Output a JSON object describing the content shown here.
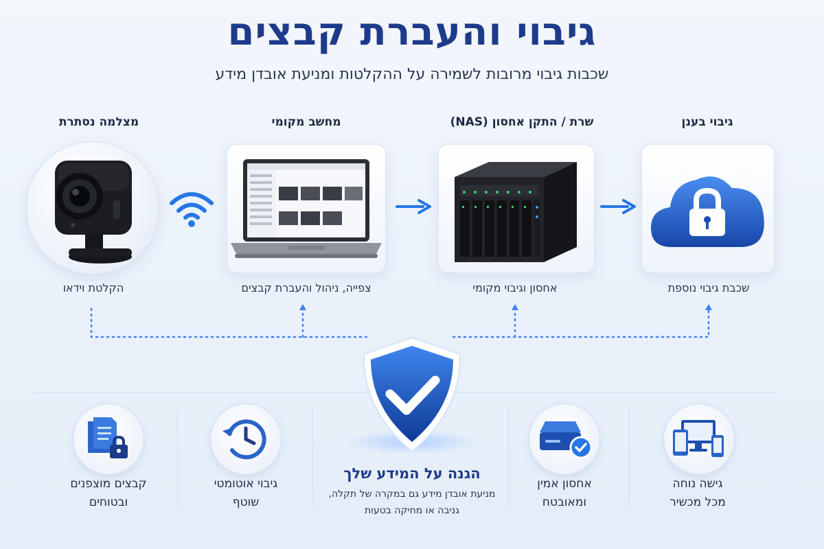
{
  "header": {
    "title": "גיבוי והעברת קבצים",
    "subtitle": "שכבות גיבוי מרובות לשמירה על ההקלטות ומניעת אובדן מידע"
  },
  "stages": [
    {
      "title": "מצלמה נסתרת",
      "caption": "הקלטת וידאו",
      "icon": "hidden-camera"
    },
    {
      "title": "מחשב מקומי",
      "caption": "צפייה, ניהול והעברת קבצים",
      "icon": "laptop"
    },
    {
      "title": "שרת / התקן אחסון (NAS)",
      "caption": "אחסון וגיבוי מקומי",
      "icon": "nas-server"
    },
    {
      "title": "גיבוי בענן",
      "caption": "שכבת גיבוי נוספת",
      "icon": "cloud-lock"
    }
  ],
  "center": {
    "title": "הגנה על המידע שלך",
    "desc_line1": "מניעת אובדן מידע גם במקרה של תקלה,",
    "desc_line2": "גניבה או מחיקה בטעות"
  },
  "features": [
    {
      "line1": "קבצים מוצפנים",
      "line2": "ובטוחים",
      "icon": "encrypted-files"
    },
    {
      "line1": "גיבוי אוטומטי",
      "line2": "שוטף",
      "icon": "auto-backup-clock"
    },
    {
      "line1": "אחסון אמין",
      "line2": "ומאובטח",
      "icon": "secure-drive"
    },
    {
      "line1": "גישה נוחה",
      "line2": "מכל מכשיר",
      "icon": "multi-device"
    }
  ],
  "colors": {
    "accent": "#1e3a8a",
    "blue": "#1f6fe0",
    "dotted": "#3b82f6"
  }
}
